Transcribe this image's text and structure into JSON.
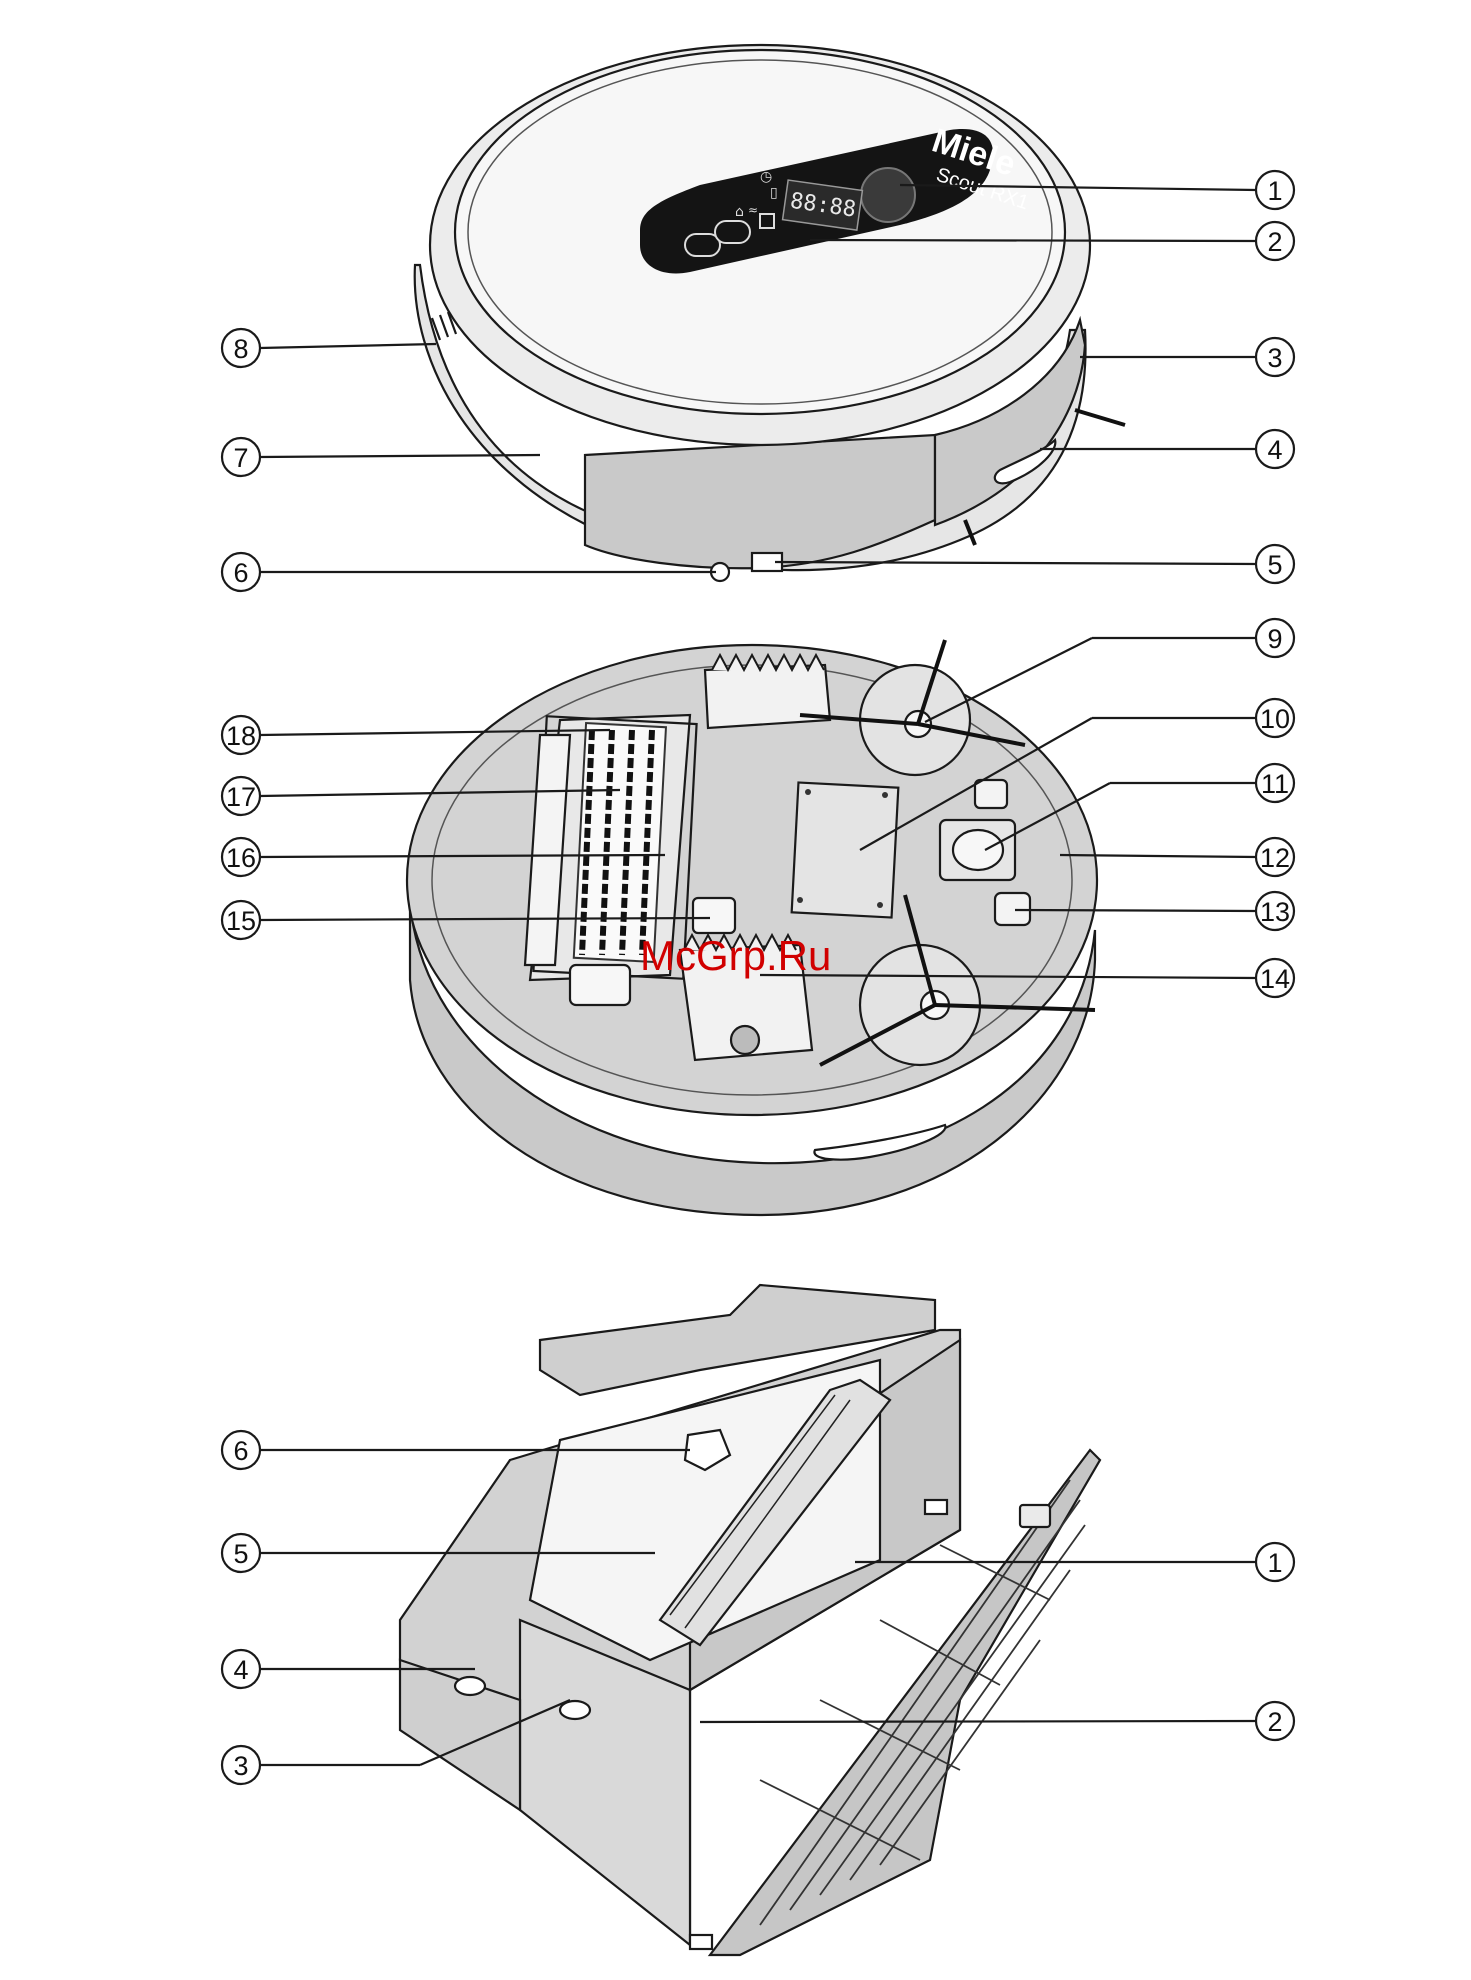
{
  "watermark": "McGrp.Ru",
  "device": {
    "brand": "Miele",
    "model": "Scout RX1",
    "display_digits": "88:88"
  },
  "callouts": {
    "top_view": [
      "1",
      "2",
      "3",
      "4",
      "5",
      "6",
      "7",
      "8"
    ],
    "bottom_view": [
      "9",
      "10",
      "11",
      "12",
      "13",
      "14",
      "15",
      "16",
      "17",
      "18"
    ],
    "dust_box_view": [
      "6",
      "5",
      "4",
      "3",
      "1",
      "2"
    ]
  },
  "colors": {
    "body_gray": "#cfcfcf",
    "dark_gray": "#a9a9a9",
    "panel_black": "#141414",
    "lid_white": "#f6f6f6",
    "watermark_red": "#d10000"
  }
}
